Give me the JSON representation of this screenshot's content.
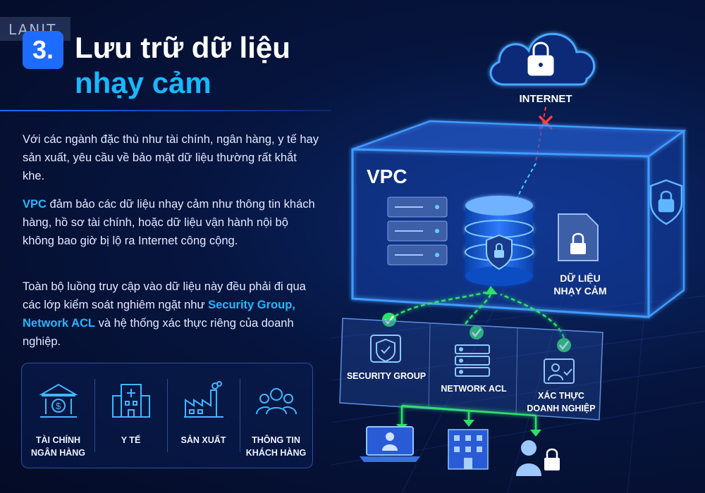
{
  "brand": {
    "logo_text": "LANIT"
  },
  "header": {
    "number": "3.",
    "title_line1": "Lưu trữ dữ liệu",
    "title_line2": "nhạy cảm"
  },
  "paragraphs": {
    "p1": "Với các ngành đặc thù như tài chính, ngân hàng, y tế hay sản xuất, yêu cầu về bảo mật dữ liệu thường rất khắt khe.",
    "p2_highlight": "VPC",
    "p2_rest": " đảm bảo các dữ liệu nhạy cảm như thông tin khách hàng, hồ sơ tài chính, hoặc dữ liệu vận hành nội bộ không bao giờ bị lộ ra Internet công cộng.",
    "p3_start": "Toàn bộ luồng truy cập vào dữ liệu này đều phải đi qua các lớp kiểm soát nghiêm ngặt như ",
    "p3_highlight": "Security Group, Network ACL",
    "p3_end": " và hệ thống xác thực riêng của doanh nghiệp."
  },
  "industries": [
    {
      "icon": "bank-icon",
      "line1": "TÀI CHÍNH",
      "line2": "NGÂN HÀNG"
    },
    {
      "icon": "hospital-icon",
      "line1": "Y TẾ",
      "line2": ""
    },
    {
      "icon": "factory-icon",
      "line1": "SẢN XUẤT",
      "line2": ""
    },
    {
      "icon": "customers-icon",
      "line1": "THÔNG TIN",
      "line2": "KHÁCH HÀNG"
    }
  ],
  "diagram": {
    "internet_label": "INTERNET",
    "vpc_label": "VPC",
    "sensitive_line1": "DỮ LIỆU",
    "sensitive_line2": "NHẠY CẢM",
    "security_group": "SECURITY GROUP",
    "network_acl": "NETWORK ACL",
    "auth_line1": "XÁC THỰC",
    "auth_line2": "DOANH NGHIỆP"
  },
  "colors": {
    "accent_blue": "#1e6bff",
    "highlight_cyan": "#19b8ff",
    "check_green": "#2ee06a",
    "blocked_red": "#ff3b3b"
  }
}
